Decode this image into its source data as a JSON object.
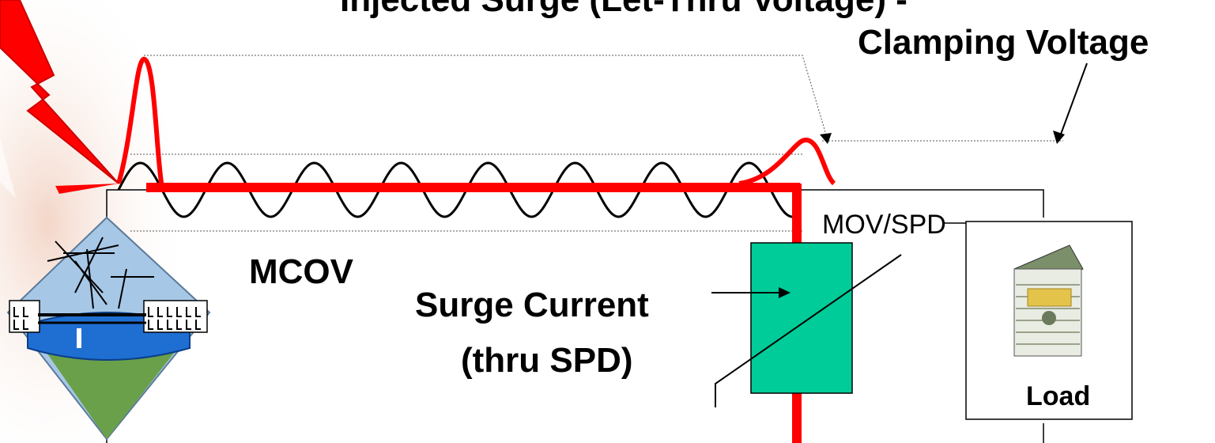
{
  "labels": {
    "top_cutoff": "Injected Surge (Let-Thru Voltage) -",
    "clamping_voltage": "Clamping Voltage",
    "mcov": "MCOV",
    "surge_current_line1": "Surge Current",
    "surge_current_line2": "(thru SPD)",
    "mov_spd": "MOV/SPD",
    "load": "Load"
  },
  "icons": {
    "lightning": "lightning-bolt-icon",
    "utility": "power-utility-icon",
    "money": "money-stack-icon"
  },
  "colors": {
    "surge": "#ff0000",
    "spd_block": "#00cc99",
    "wave": "#000000",
    "dotted": "#555555"
  }
}
